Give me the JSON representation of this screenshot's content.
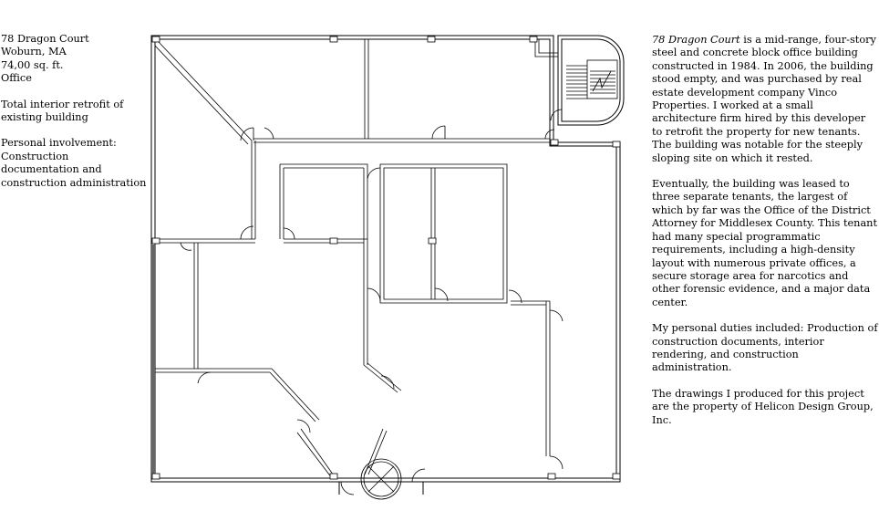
{
  "project": {
    "name": "78 Dragon Court",
    "location": "Woburn, MA",
    "area": "74,00 sq. ft.",
    "use": "Office",
    "scope": "Total interior retrofit of existing building",
    "involvement_heading": "Personal involvement:",
    "involvement": "Construction documentation and construction administration"
  },
  "description": {
    "p1_title": "78 Dragon Court",
    "p1_rest": " is a mid-range, four-story steel and concrete block office building constructed in 1984. In 2006, the building stood empty, and was purchased by real estate development company Vinco Properties. I worked at a small architecture firm hired by this developer to retrofit the property for new tenants. The building was notable for the steeply sloping site on which it rested.",
    "p2": "Eventually, the building was leased to three separate tenants, the largest of which by far was the Office of the District Attorney for Middlesex County. This tenant had many special programmatic requirements, including a high-density layout with numerous private offices, a secure storage area for narcotics and other forensic evidence, and a major data center.",
    "p3": "My personal duties included: Production of construction documents, interior rendering, and construction administration.",
    "p4": "The drawings I produced for this project are the property of Helicon Design Group, Inc."
  }
}
